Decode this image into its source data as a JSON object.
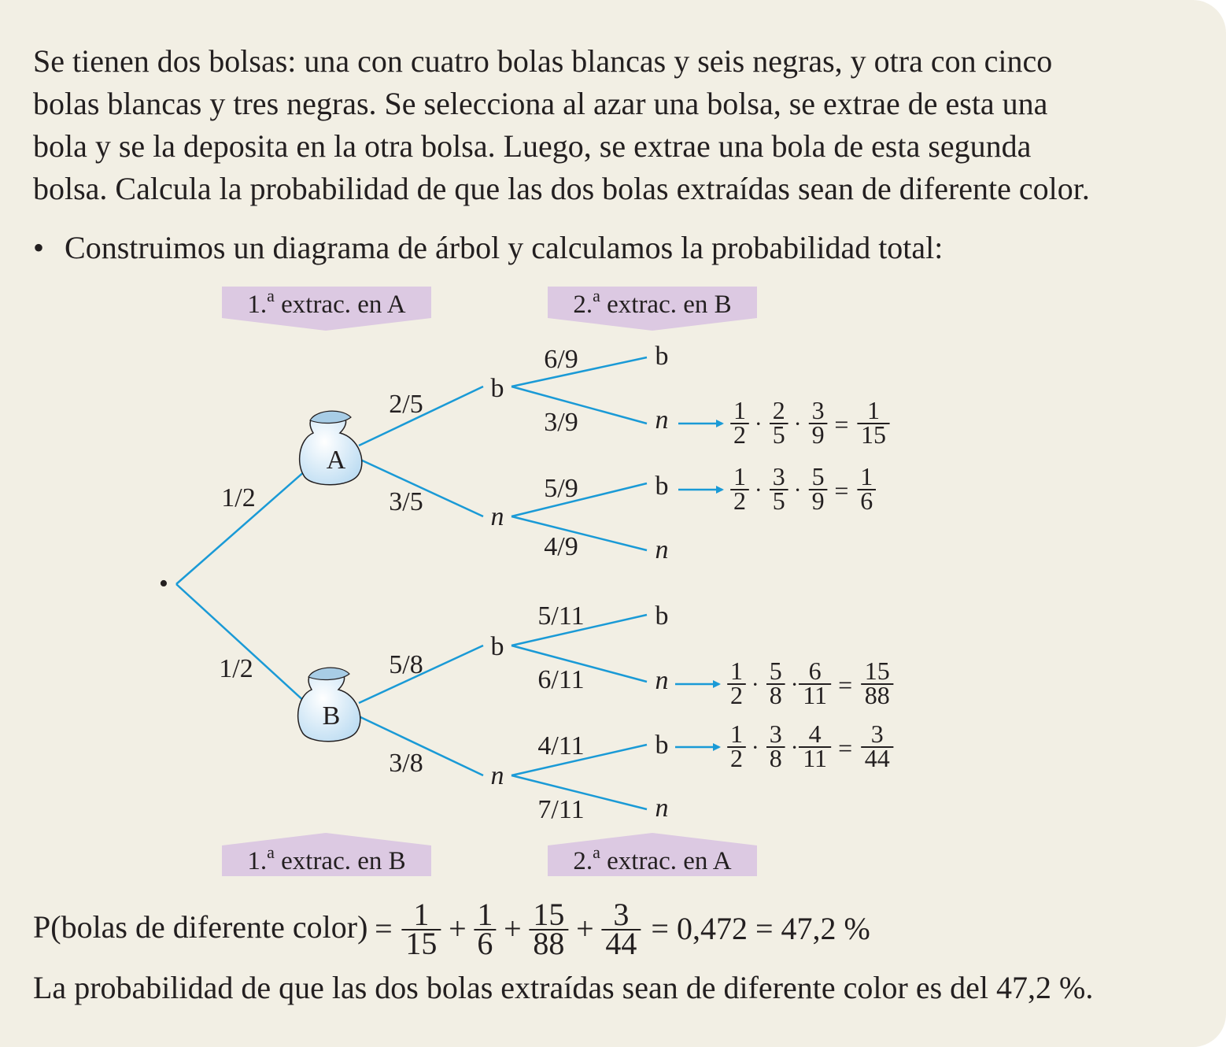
{
  "problem": {
    "lines": [
      "Se tienen dos bolsas: una con cuatro bolas blancas y seis negras, y otra con cinco",
      "bolas blancas y tres negras. Se selecciona al azar una bolsa, se extrae de esta una",
      "bola y se la deposita en la otra bolsa. Luego, se extrae una bola de esta segunda",
      "bolsa. Calcula la probabilidad de que las dos bolas extraídas sean de diferente color."
    ]
  },
  "bullet": {
    "symbol": "•",
    "text": "Construimos un diagrama de árbol y calculamos la probabilidad total:"
  },
  "headers": {
    "top_left": {
      "ordinal": "1.",
      "sup": "a",
      "text": " extrac. en A"
    },
    "top_right": {
      "ordinal": "2.",
      "sup": "a",
      "text": " extrac. en B"
    },
    "bottom_left": {
      "ordinal": "1.",
      "sup": "a",
      "text": " extrac. en B"
    },
    "bottom_right": {
      "ordinal": "2.",
      "sup": "a",
      "text": " extrac. en A"
    }
  },
  "tree": {
    "root_symbol": "•",
    "bags": {
      "A": "A",
      "B": "B"
    },
    "bag_probs": {
      "A": "1/2",
      "B": "1/2"
    },
    "first_draw": {
      "A": {
        "b": {
          "label": "b",
          "prob": "2/5"
        },
        "n": {
          "label": "n",
          "prob": "3/5"
        }
      },
      "B": {
        "b": {
          "label": "b",
          "prob": "5/8"
        },
        "n": {
          "label": "n",
          "prob": "3/8"
        }
      }
    },
    "second_draw": {
      "A_b": {
        "b": {
          "label": "b",
          "prob": "6/9"
        },
        "n": {
          "label": "n",
          "prob": "3/9"
        }
      },
      "A_n": {
        "b": {
          "label": "b",
          "prob": "5/9"
        },
        "n": {
          "label": "n",
          "prob": "4/9"
        }
      },
      "B_b": {
        "b": {
          "label": "b",
          "prob": "5/11"
        },
        "n": {
          "label": "n",
          "prob": "6/11"
        }
      },
      "B_n": {
        "b": {
          "label": "b",
          "prob": "4/11"
        },
        "n": {
          "label": "n",
          "prob": "7/11"
        }
      }
    }
  },
  "products": [
    {
      "factors": [
        [
          "1",
          "2"
        ],
        [
          "2",
          "5"
        ],
        [
          "3",
          "9"
        ]
      ],
      "result": [
        "1",
        "15"
      ]
    },
    {
      "factors": [
        [
          "1",
          "2"
        ],
        [
          "3",
          "5"
        ],
        [
          "5",
          "9"
        ]
      ],
      "result": [
        "1",
        "6"
      ]
    },
    {
      "factors": [
        [
          "1",
          "2"
        ],
        [
          "5",
          "8"
        ],
        [
          "6",
          "11"
        ]
      ],
      "result": [
        "15",
        "88"
      ]
    },
    {
      "factors": [
        [
          "1",
          "2"
        ],
        [
          "3",
          "8"
        ],
        [
          "4",
          "11"
        ]
      ],
      "result": [
        "3",
        "44"
      ]
    }
  ],
  "operators": {
    "dot": "·",
    "eq": "=",
    "plus": "+"
  },
  "total": {
    "lhs": "P(bolas de diferente color)",
    "terms": [
      [
        "1",
        "15"
      ],
      [
        "1",
        "6"
      ],
      [
        "15",
        "88"
      ],
      [
        "3",
        "44"
      ]
    ],
    "tail": "= 0,472 = 47,2 %"
  },
  "conclusion": "La probabilidad de que las dos bolas extraídas sean de diferente color es del 47,2 %.",
  "colors": {
    "background": "#f2efe4",
    "branch": "#1a9ad6",
    "header_bg": "#dcc9e2",
    "bag_fill": "#d8ecf8",
    "text": "#231f20"
  }
}
